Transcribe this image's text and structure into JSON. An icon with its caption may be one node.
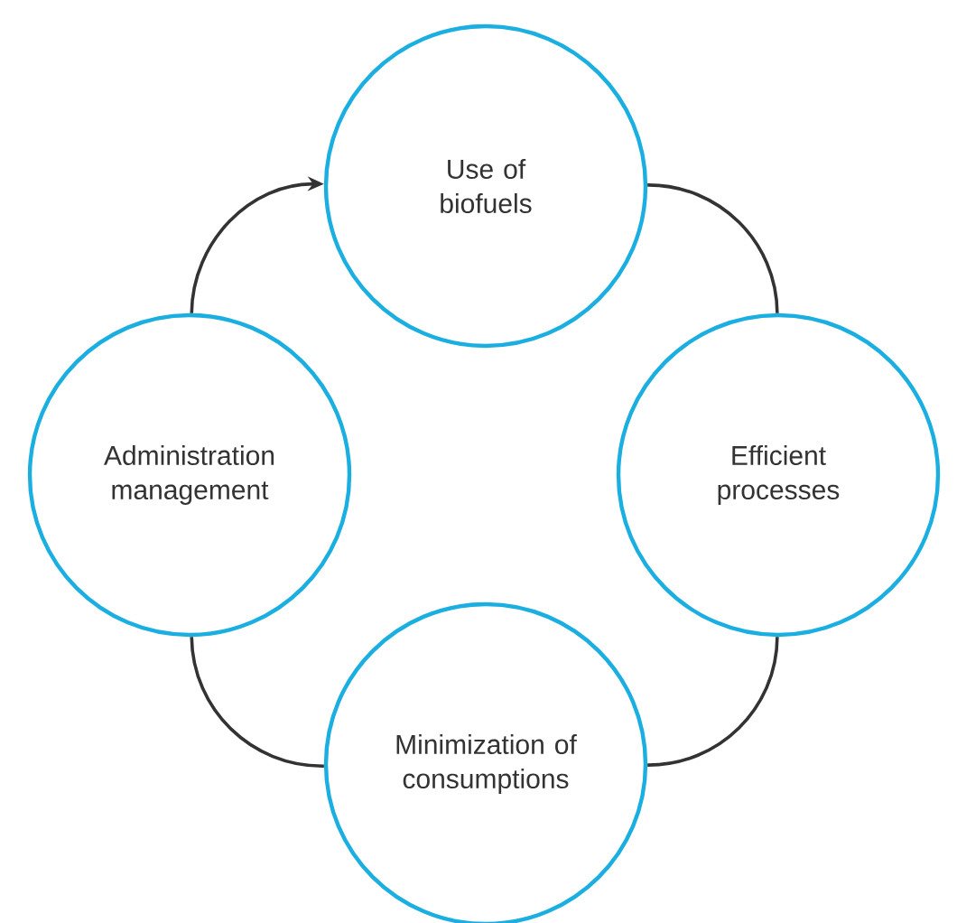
{
  "diagram": {
    "nodes": [
      {
        "text": [
          "Use of biofuels"
        ]
      },
      {
        "text": [
          "Administration management"
        ]
      },
      {
        "text": [
          "Efficient processes"
        ]
      },
      {
        "text": [
          "Minimization of consumptions"
        ]
      }
    ],
    "edges": [
      {
        "from": 0,
        "to": 2,
        "arrow": "none"
      },
      {
        "from": 2,
        "to": 3,
        "arrow": "none"
      },
      {
        "from": 3,
        "to": 1,
        "arrow": "none"
      },
      {
        "from": 1,
        "to": 0,
        "arrow": "to"
      }
    ]
  }
}
